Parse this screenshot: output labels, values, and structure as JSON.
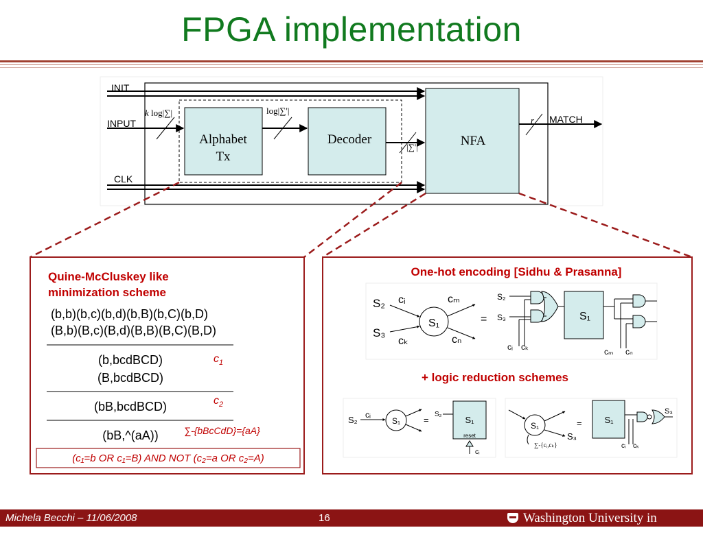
{
  "slide": {
    "title": "FPGA implementation"
  },
  "block_diagram": {
    "init": "INIT",
    "input": "INPUT",
    "clk": "CLK",
    "match": "MATCH",
    "alphabet_tx_line1": "Alphabet",
    "alphabet_tx_line2": "Tx",
    "decoder": "Decoder",
    "nfa": "NFA",
    "width_input_k": "k",
    "width_input_rest": "log|∑|",
    "width_decoder": "log|∑'|",
    "width_nfa": "|∑'|",
    "width_match": "r"
  },
  "left_panel": {
    "heading_line1": "Quine-McCluskey like",
    "heading_line2": "minimization scheme",
    "row1_line1": "(b,b)(b,c)(b,d)(b,B)(b,C)(b,D)",
    "row1_line2": "(B,b)(B,c)(B,d)(B,B)(B,C)(B,D)",
    "row2_line1": "(b,bcdBCD)",
    "row2_line2": "(B,bcdBCD)",
    "row3": "(bB,bcdBCD)",
    "row4": "(bB,^(aA))",
    "c1_label": "c",
    "c1_sub": "1",
    "c2_label": "c",
    "c2_sub": "2",
    "sigma_note": "∑-{bBcCdD}={aA}",
    "result": "(c₁=b OR c₁=B) AND NOT (c₂=a OR c₂=A)"
  },
  "right_panel": {
    "heading": "One-hot encoding [Sidhu & Prasanna]",
    "reduction_heading": "+ logic reduction schemes",
    "state_s1": "S₁",
    "state_s2": "S₂",
    "state_s3": "S₃",
    "ci": "cᵢ",
    "ck": "cₖ",
    "cm": "cₘ",
    "cn": "cₙ",
    "equals": "=",
    "reset": "reset",
    "sigma_set": "∑-{cᵢ,cₖ}"
  },
  "footer": {
    "author": "Michela Becchi – 11/06/2008",
    "page": "16",
    "university": "Washington University in St.Louis"
  },
  "colors": {
    "title_green": "#117a1f",
    "panel_red": "#9b1b1b",
    "heading_red": "#c00000",
    "footer_red": "#8b1414",
    "block_fill": "#d4ecec"
  }
}
